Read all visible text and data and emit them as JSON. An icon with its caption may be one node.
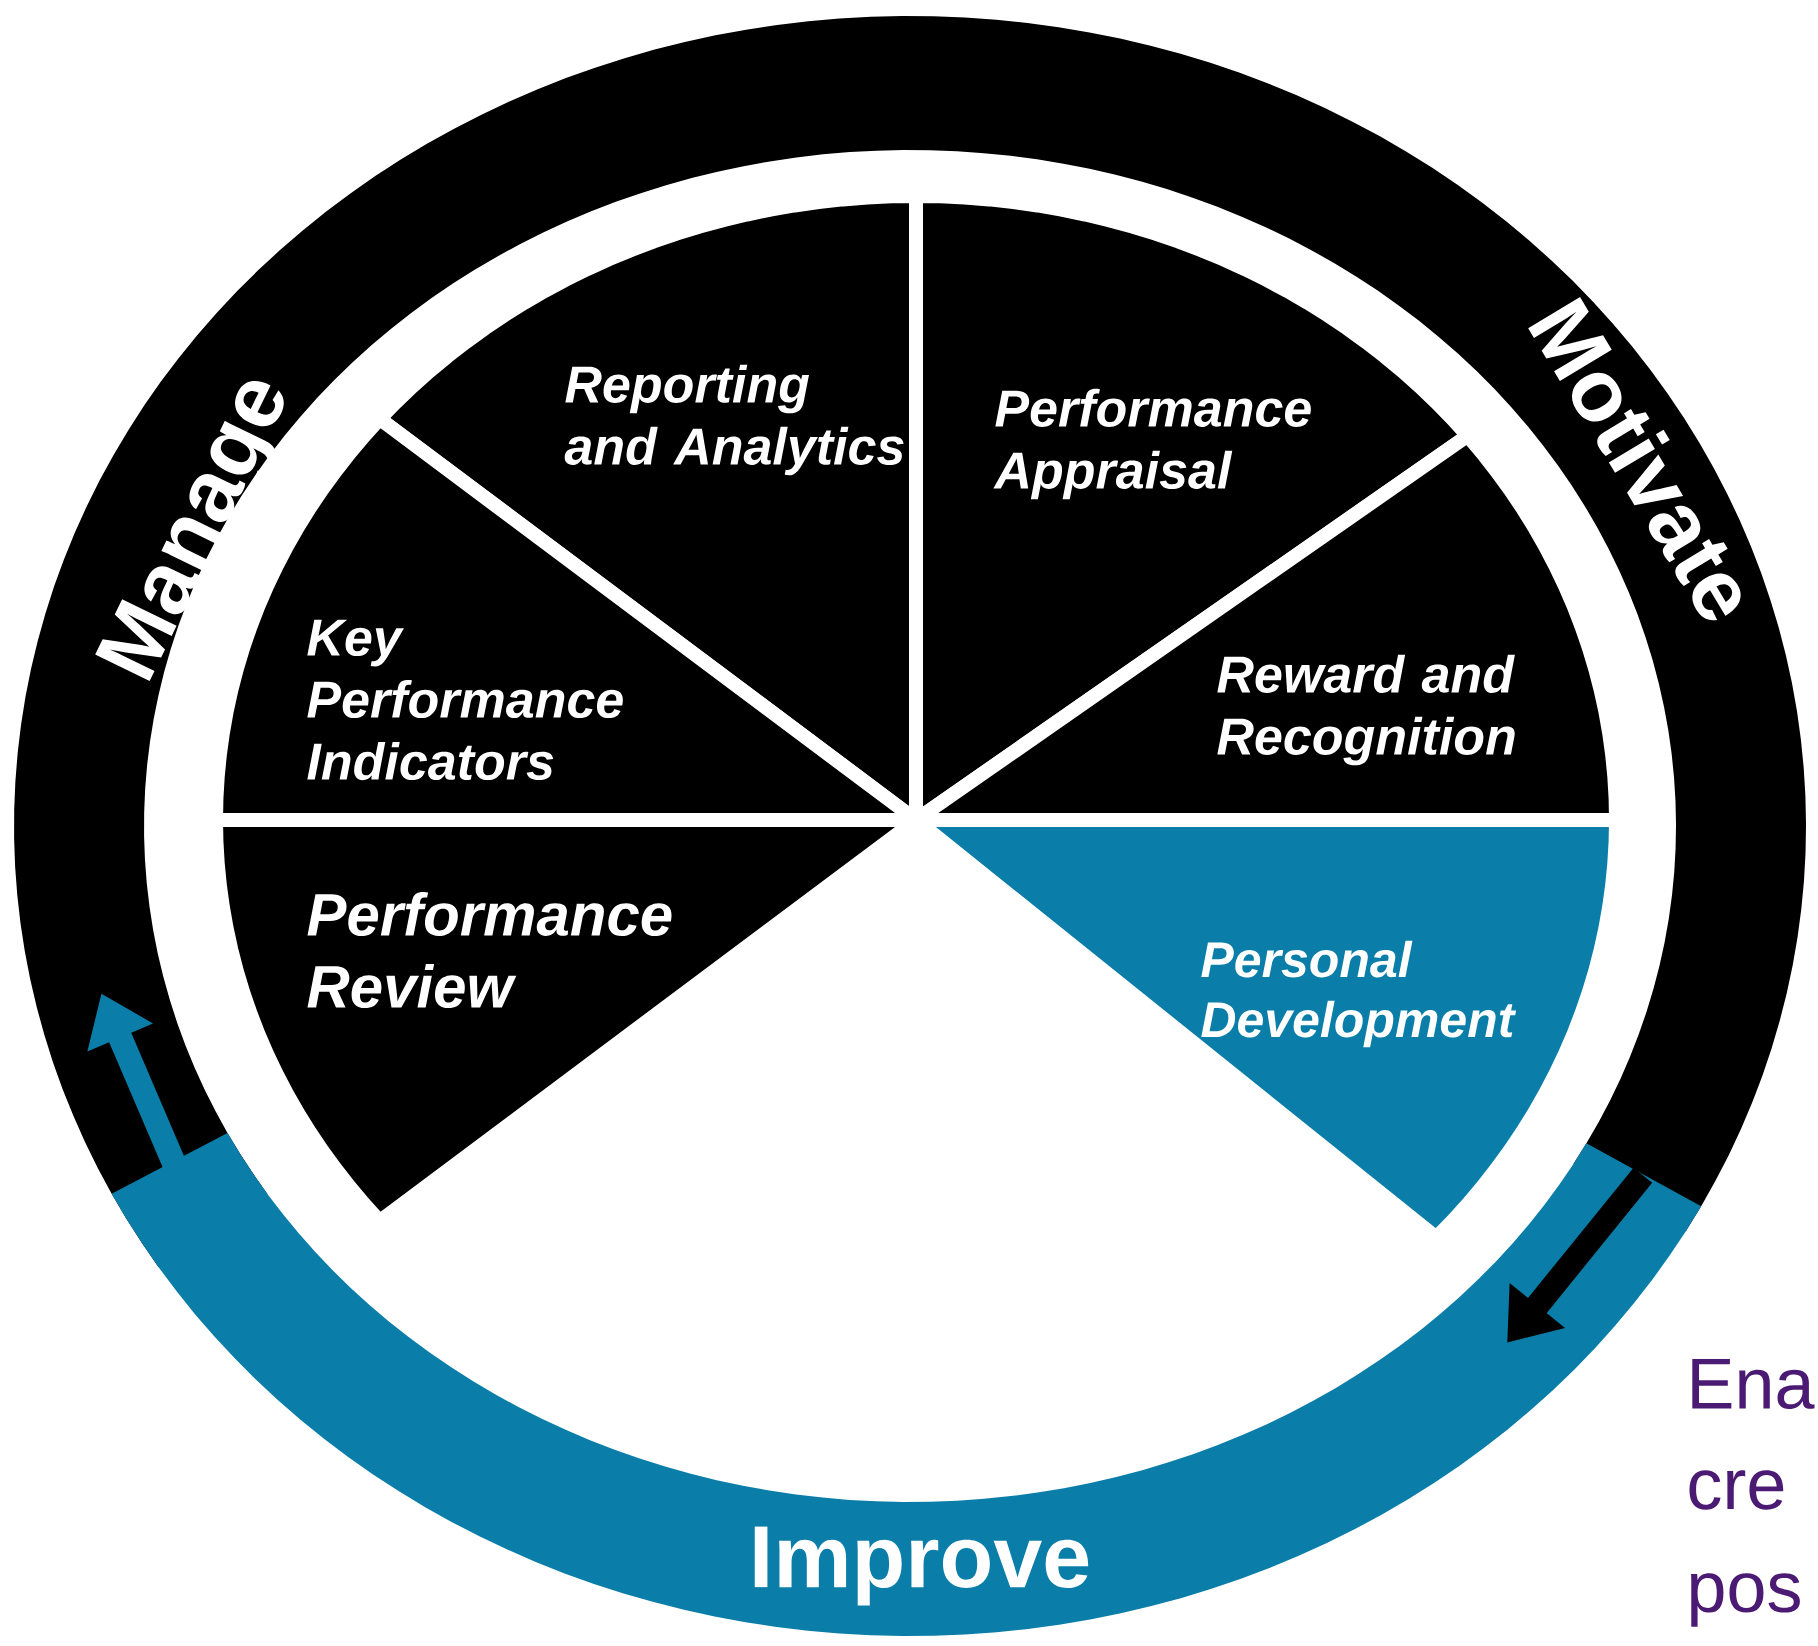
{
  "diagram": {
    "nodes": [
      {
        "text": [
          "Manage",
          "Motivate"
        ]
      },
      {
        "text": [
          "Reporting and Analytics"
        ]
      },
      {
        "text": [
          "Performance Appraisal"
        ]
      },
      {
        "text": [
          "Key Performance Indicators"
        ]
      },
      {
        "text": [
          "Reward and Recognition"
        ]
      },
      {
        "text": [
          "Performance Review"
        ]
      },
      {
        "text": [
          "Personal Development"
        ]
      },
      {
        "text": [
          "Improve"
        ]
      }
    ],
    "edges": [
      {
        "from": 0,
        "to": 7,
        "arrow": "to",
        "color": "#000000"
      },
      {
        "from": 7,
        "to": 0,
        "arrow": "to",
        "color": "#0a7ea8"
      }
    ],
    "labels": [
      "Ena",
      "cre",
      "pos"
    ]
  }
}
